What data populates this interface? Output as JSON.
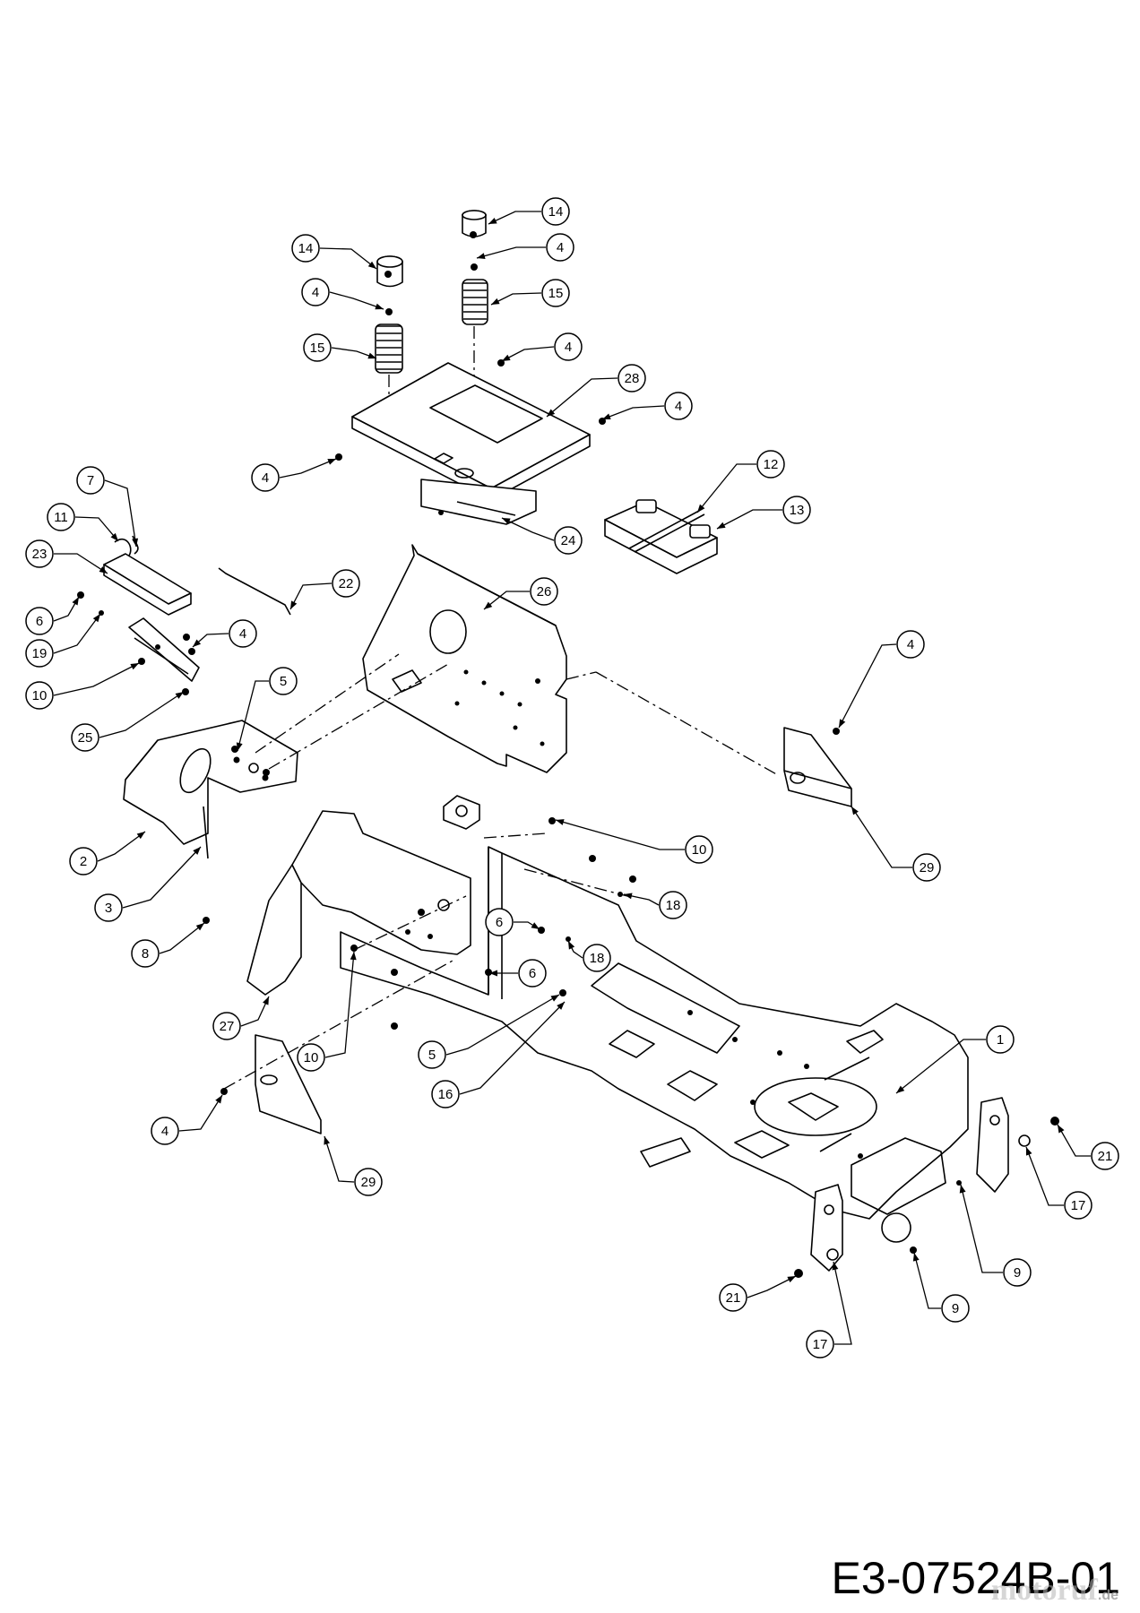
{
  "diagram": {
    "drawing_code": "E3-07524B-01",
    "watermark": {
      "text": "motoruf",
      "suffix": ".de"
    },
    "callouts": [
      {
        "id": "c14a",
        "label": "14"
      },
      {
        "id": "c14b",
        "label": "14"
      },
      {
        "id": "c4a",
        "label": "4"
      },
      {
        "id": "c4b",
        "label": "4"
      },
      {
        "id": "c15a",
        "label": "15"
      },
      {
        "id": "c15b",
        "label": "15"
      },
      {
        "id": "c4c",
        "label": "4"
      },
      {
        "id": "c28",
        "label": "28"
      },
      {
        "id": "c4d",
        "label": "4"
      },
      {
        "id": "c4e",
        "label": "4"
      },
      {
        "id": "c12",
        "label": "12"
      },
      {
        "id": "c13",
        "label": "13"
      },
      {
        "id": "c24",
        "label": "24"
      },
      {
        "id": "c7",
        "label": "7"
      },
      {
        "id": "c11",
        "label": "11"
      },
      {
        "id": "c23",
        "label": "23"
      },
      {
        "id": "c22",
        "label": "22"
      },
      {
        "id": "c26",
        "label": "26"
      },
      {
        "id": "c6a",
        "label": "6"
      },
      {
        "id": "c19",
        "label": "19"
      },
      {
        "id": "c4f",
        "label": "4"
      },
      {
        "id": "c10a",
        "label": "10"
      },
      {
        "id": "c25",
        "label": "25"
      },
      {
        "id": "c5a",
        "label": "5"
      },
      {
        "id": "c4g",
        "label": "4"
      },
      {
        "id": "c2",
        "label": "2"
      },
      {
        "id": "c3",
        "label": "3"
      },
      {
        "id": "c8",
        "label": "8"
      },
      {
        "id": "c29a",
        "label": "29"
      },
      {
        "id": "c10b",
        "label": "10"
      },
      {
        "id": "c18a",
        "label": "18"
      },
      {
        "id": "c6b",
        "label": "6"
      },
      {
        "id": "c18b",
        "label": "18"
      },
      {
        "id": "c6c",
        "label": "6"
      },
      {
        "id": "c27",
        "label": "27"
      },
      {
        "id": "c10c",
        "label": "10"
      },
      {
        "id": "c5b",
        "label": "5"
      },
      {
        "id": "c16",
        "label": "16"
      },
      {
        "id": "c1",
        "label": "1"
      },
      {
        "id": "c4h",
        "label": "4"
      },
      {
        "id": "c29b",
        "label": "29"
      },
      {
        "id": "c21a",
        "label": "21"
      },
      {
        "id": "c17a",
        "label": "17"
      },
      {
        "id": "c9a",
        "label": "9"
      },
      {
        "id": "c9b",
        "label": "9"
      },
      {
        "id": "c21b",
        "label": "21"
      },
      {
        "id": "c17b",
        "label": "17"
      }
    ]
  }
}
